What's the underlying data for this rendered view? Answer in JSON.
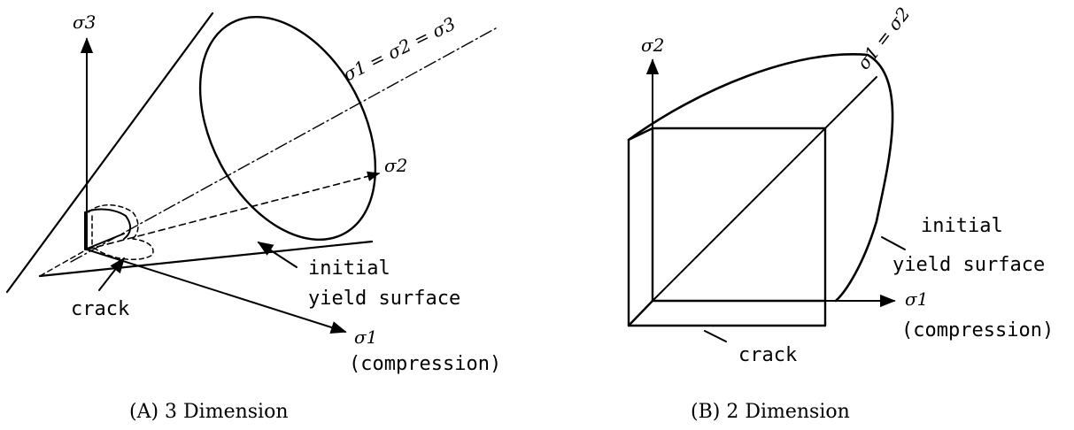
{
  "panel_a": {
    "caption": "(A) 3 Dimension",
    "axis_sigma3": "σ3",
    "axis_sigma2": "σ2",
    "axis_sigma1": "σ1",
    "axis_sigma1_note": "(compression)",
    "hydrostatic_axis": "σ1 = σ2 = σ3",
    "label_crack": "crack",
    "label_surface_line1": "initial",
    "label_surface_line2": "yield surface"
  },
  "panel_b": {
    "caption": "(B) 2 Dimension",
    "axis_sigma2": "σ2",
    "axis_sigma1": "σ1",
    "axis_sigma1_note": "(compression)",
    "diagonal_label": "σ1 = σ2",
    "label_crack": "crack",
    "label_surface_line1": "initial",
    "label_surface_line2": "yield surface"
  },
  "colors": {
    "ink": "#000000",
    "background": "#ffffff"
  }
}
